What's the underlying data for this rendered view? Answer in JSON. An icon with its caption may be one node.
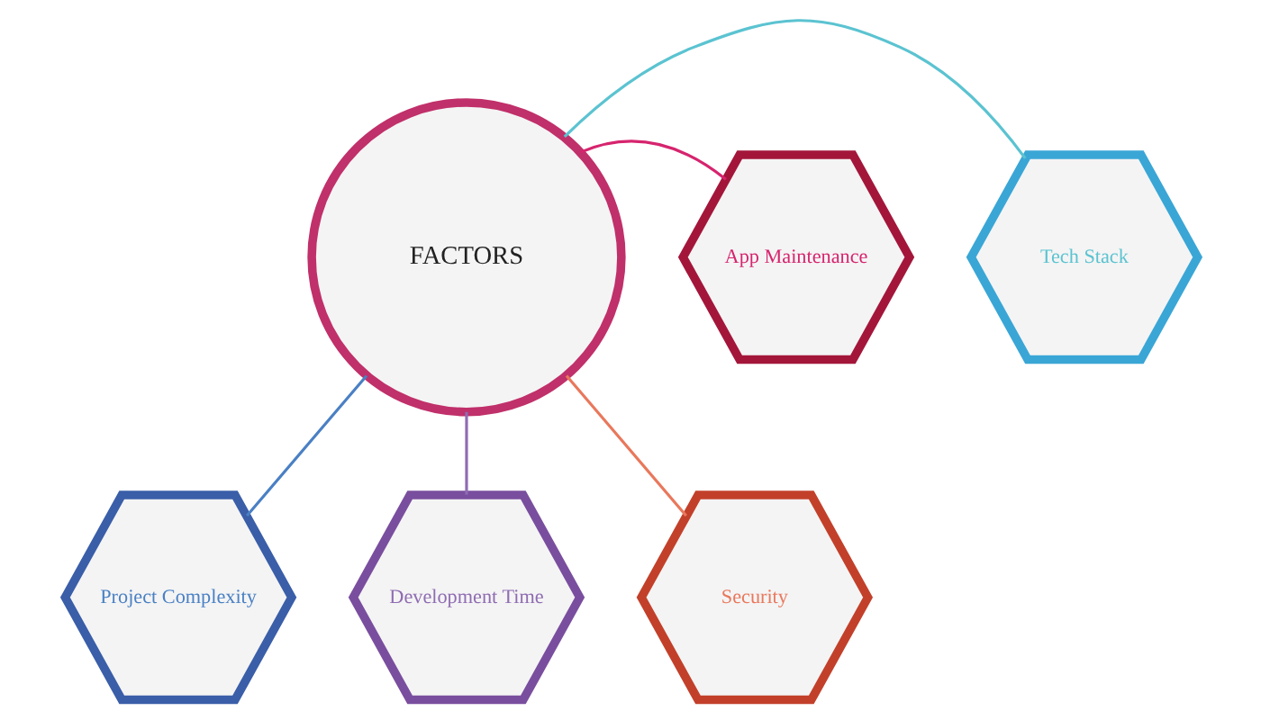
{
  "diagram": {
    "nodes": [
      {
        "text": [
          "FACTORS"
        ]
      },
      {
        "text": [
          "Tech Stack"
        ]
      },
      {
        "text": [
          "App Maintenance"
        ]
      },
      {
        "text": [
          "Project Complexity"
        ]
      },
      {
        "text": [
          "Security"
        ]
      },
      {
        "text": [
          "Development Time"
        ]
      }
    ],
    "edges": [
      {
        "from": 0,
        "to": 1,
        "arrow": "none",
        "color": "#5bc3d1"
      },
      {
        "from": 0,
        "to": 2,
        "arrow": "none",
        "color": "#d6246e"
      },
      {
        "from": 0,
        "to": 3,
        "arrow": "none",
        "color": "#4a80c4"
      },
      {
        "from": 0,
        "to": 4,
        "arrow": "none",
        "color": "#e9785c"
      },
      {
        "from": 0,
        "to": 5,
        "arrow": "none",
        "color": "#8f6cb2"
      }
    ]
  }
}
